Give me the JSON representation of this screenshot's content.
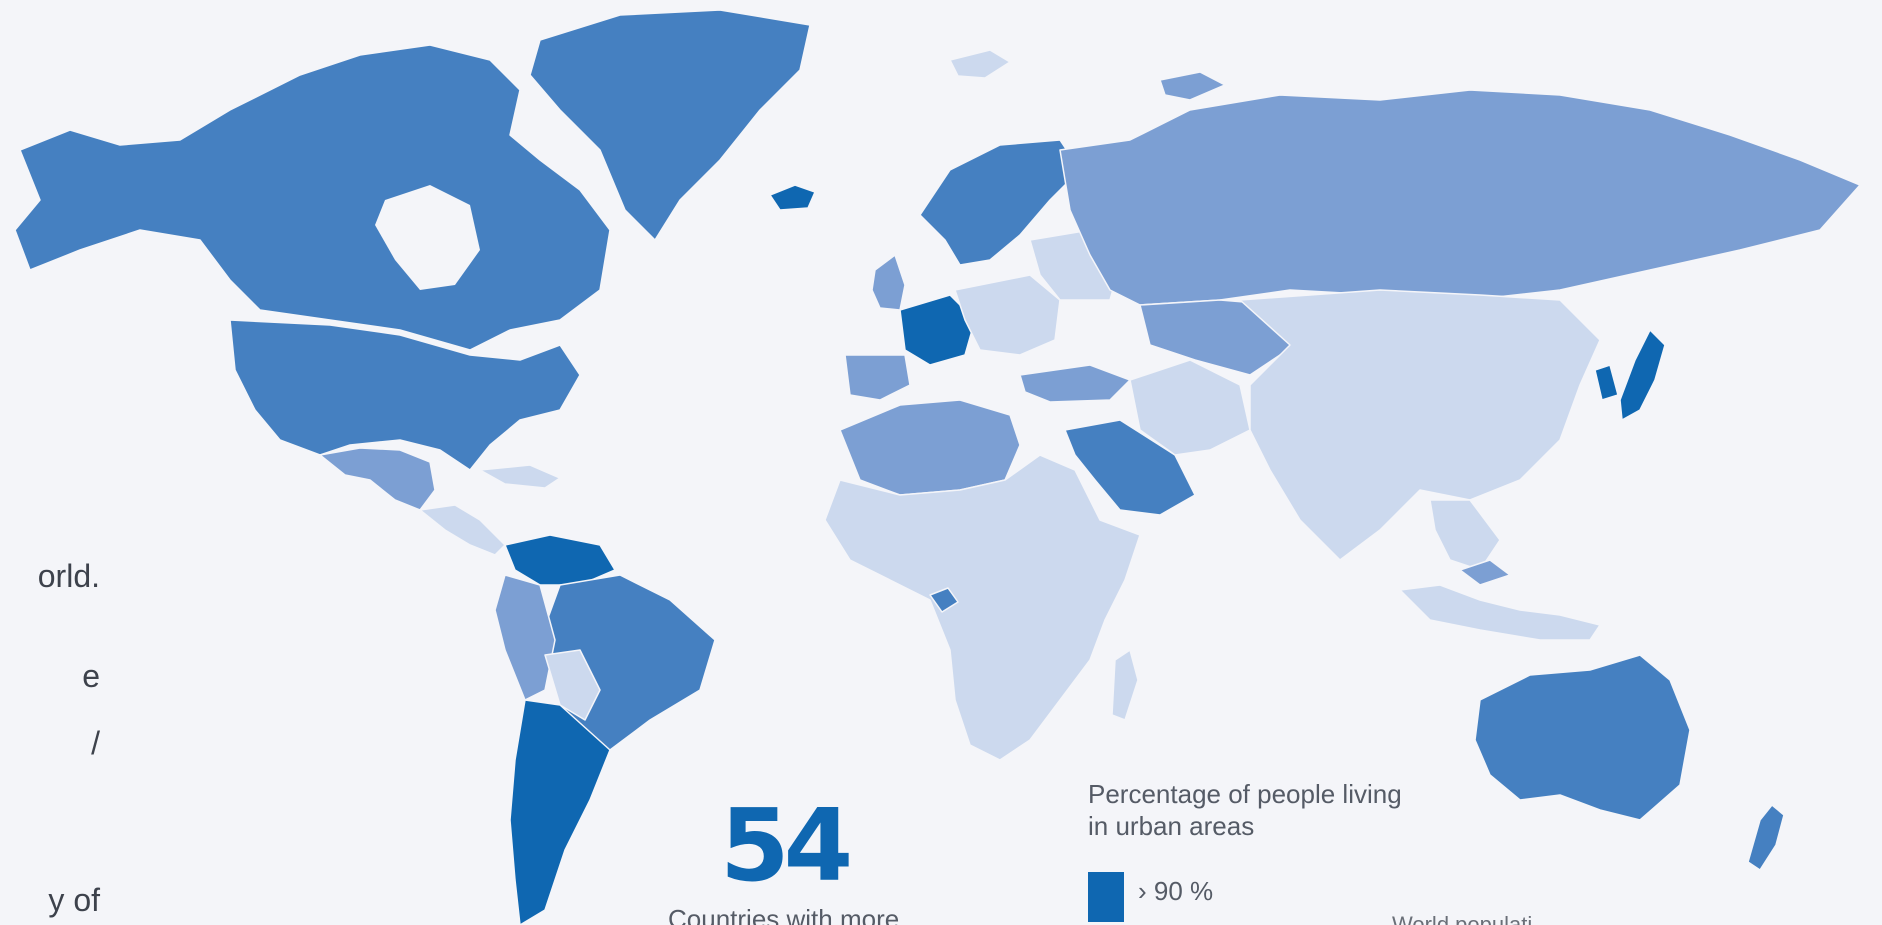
{
  "colors": {
    "background": "#f4f5f9",
    "tier_gt90": "#0f67b1",
    "tier_high": "#4580c1",
    "tier_mid": "#7c9fd3",
    "tier_low": "#ccd9ee",
    "text": "#444a55"
  },
  "intro_fragments": [
    "orld.",
    "e",
    "/",
    "y of"
  ],
  "stat": {
    "number": "54",
    "caption": "Countries with more"
  },
  "legend": {
    "title_line1": "Percentage of people living",
    "title_line2": "in urban areas",
    "items": [
      {
        "label": "› 90 %",
        "color": "#0f67b1"
      }
    ]
  },
  "footer_fragment": "World populati"
}
